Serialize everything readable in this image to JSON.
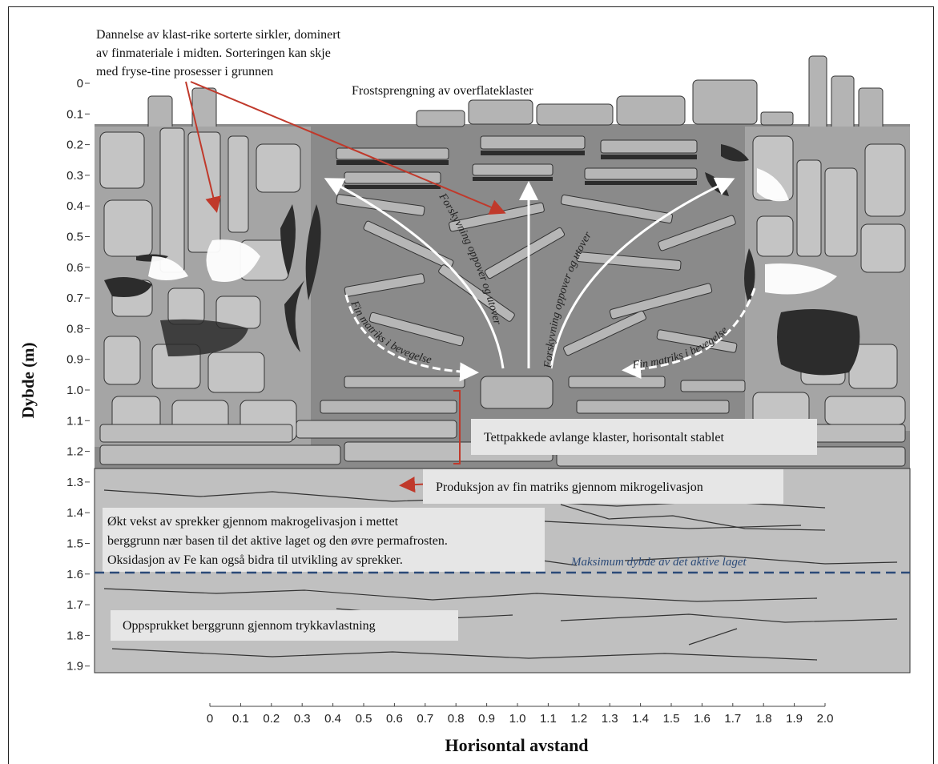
{
  "diagram": {
    "y_axis_title": "Dybde (m)",
    "x_axis_title": "Horisontal avstand",
    "y_ticks": [
      "0",
      "0.1",
      "0.2",
      "0.3",
      "0.4",
      "0.5",
      "0.6",
      "0.7",
      "0.8",
      "0.9",
      "1.0",
      "1.1",
      "1.2",
      "1.3",
      "1.4",
      "1.5",
      "1.6",
      "1.7",
      "1.8",
      "1.9"
    ],
    "x_ticks": [
      "0",
      "0.1",
      "0.2",
      "0.3",
      "0.4",
      "0.5",
      "0.6",
      "0.7",
      "0.8",
      "0.9",
      "1.0",
      "1.1",
      "1.2",
      "1.3",
      "1.4",
      "1.5",
      "1.6",
      "1.7",
      "1.8",
      "1.9",
      "2.0"
    ],
    "annotations": {
      "sorted_circles": [
        "Dannelse av klast-rike sorterte sirkler, dominert",
        "av finmateriale i midten. Sorteringen kan skje",
        "med fryse-tine prosesser i grunnen"
      ],
      "frost_shatter": "Frostsprengning av overflateklaster",
      "packed_clasts": "Tettpakkede avlange klaster, horisontalt stablet",
      "micro_gelivation": "Produksjon av fin matriks gjennom mikrogelivasjon",
      "macro_gelivation": [
        "Økt vekst av sprekker gjennom makrogelivasjon i mettet",
        "berggrunn nær basen til det aktive laget og den øvre permafrosten.",
        "Oksidasjon av Fe kan også bidra til utvikling av sprekker."
      ],
      "max_depth": "Maksimum dybde av det aktive laget",
      "unloading": "Oppsprukket berggrunn gjennom trykkavlastning"
    },
    "arrow_labels": {
      "displacement_left": "Forskyvning oppover og utover",
      "displacement_right": "Forskyvning oppover og utover",
      "matrix_left": "Fin matriks i bevegelse",
      "matrix_right": "Fin matriks i bevegelse"
    },
    "colors": {
      "ground": "#8a8a8a",
      "clast": "#b8b8b8",
      "bedrock": "#c0c0c0",
      "matrix_dark": "#2c2c2c",
      "annotation_arrow": "#c0392b",
      "max_depth_line": "#2b4a78"
    }
  }
}
